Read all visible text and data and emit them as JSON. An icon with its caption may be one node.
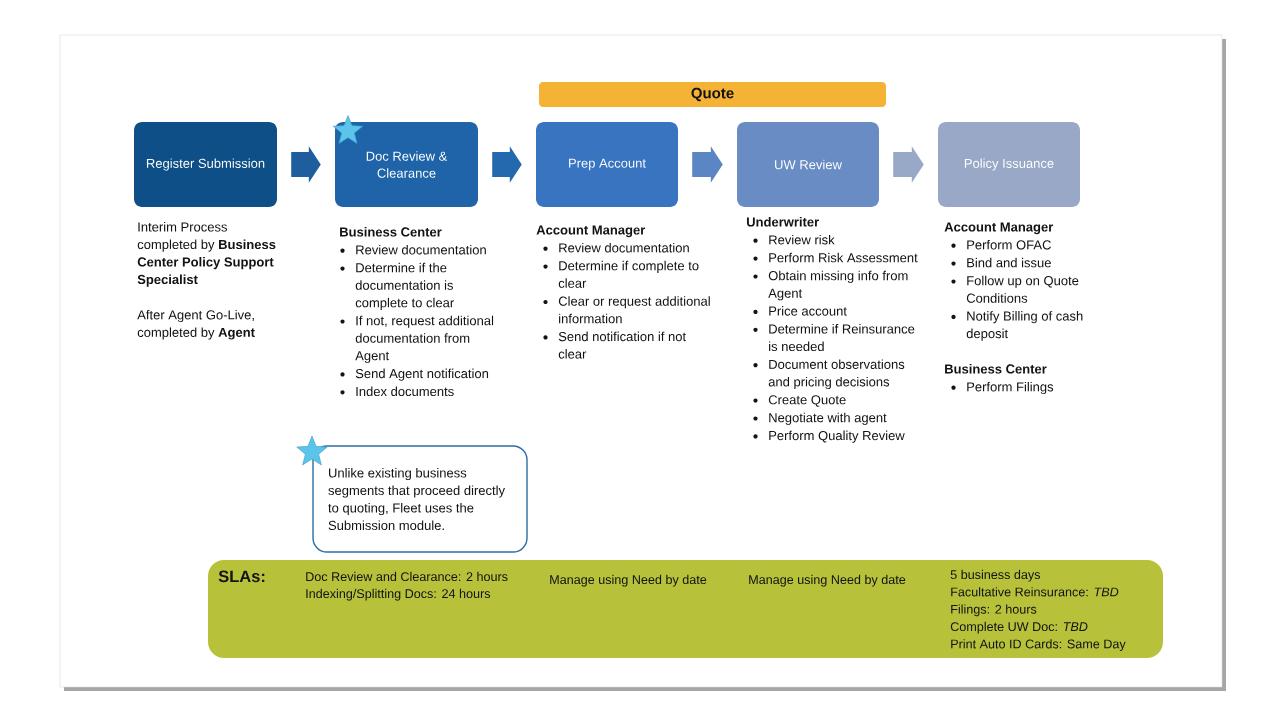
{
  "diagram": {
    "nodes": [
      {
        "text": [
          "Quote"
        ]
      },
      {
        "text": [
          "Register Submission"
        ],
        "beside": [
          "Interim Process completed by **Business Center Policy Support Specialist**",
          "After Agent Go-Live, completed by **Agent**"
        ]
      },
      {
        "text": [
          "Doc Review & Clearance"
        ],
        "beside": [
          "Business Center",
          "Review documentation",
          "Determine if the documentation is complete to clear",
          "If not, request additional documentation from Agent",
          "Send Agent notification",
          "Index documents"
        ]
      },
      {
        "text": [
          "Prep Account"
        ],
        "beside": [
          "Account Manager",
          "Review documentation",
          "Determine if complete to clear",
          "Clear or request additional information",
          "Send notification if not clear"
        ]
      },
      {
        "text": [
          "UW Review"
        ],
        "beside": [
          "Underwriter",
          "Review risk",
          "Perform Risk Assessment",
          "Obtain missing info from Agent",
          "Price account",
          "Determine if Reinsurance is needed",
          "Document observations and pricing decisions",
          "Create Quote",
          "Negotiate with agent",
          "Perform Quality Review"
        ]
      },
      {
        "text": [
          "Policy Issuance"
        ],
        "beside": [
          "Account Manager",
          "Perform OFAC",
          "Bind and issue",
          "Follow up on Quote Conditions",
          "Notify Billing of cash deposit",
          "Business Center",
          "Perform Filings"
        ]
      },
      {
        "text": [
          "Unlike existing business segments that proceed directly to quoting, Fleet uses the Submission module."
        ]
      },
      {
        "text": [
          "SLAs:",
          "Doc Review and Clearance: 2 hours",
          "Indexing/Splitting Docs: 24 hours",
          "Manage using Need by date",
          "Manage using Need by date",
          "5 business days",
          "Facultative Reinsurance: *TBD*",
          "Filings: 2 hours",
          "Complete UW Doc: *TBD*",
          "Print Auto ID Cards: Same Day"
        ]
      }
    ],
    "edges": [
      {
        "from": 1,
        "to": 2,
        "arrow": "to",
        "color": "#1f5e9d"
      },
      {
        "from": 2,
        "to": 3,
        "arrow": "to",
        "color": "#2468ad"
      },
      {
        "from": 3,
        "to": 4,
        "arrow": "to",
        "color": "#5a86c4"
      },
      {
        "from": 4,
        "to": 5,
        "arrow": "to",
        "color": "#98a9c8"
      }
    ]
  }
}
